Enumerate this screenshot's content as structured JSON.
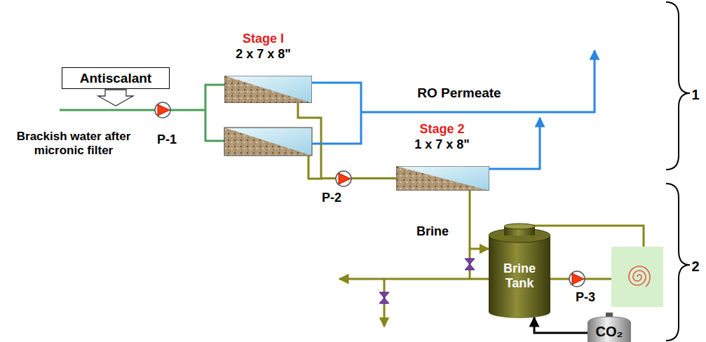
{
  "diagram": {
    "nodes": [
      {
        "text": [
          "Antiscalant"
        ]
      },
      {
        "text": [
          "Stage I",
          "2 x 7 x 8\""
        ]
      },
      {
        "text": [
          "Stage 2",
          "1 x 7 x 8\""
        ]
      },
      {
        "text": [
          "Brine Tank"
        ]
      },
      {
        "text": [
          "CO₂"
        ]
      }
    ],
    "edges": [
      {
        "from": 1,
        "to": 2,
        "arrow": "none"
      },
      {
        "from": 2,
        "to": 3,
        "label": "Brine",
        "arrow": "to"
      },
      {
        "from": 4,
        "to": 3,
        "arrow": "to"
      }
    ],
    "labels": [
      "Brackish water after micronic filter",
      "P-1",
      "RO Permeate",
      "P-2",
      "P-3",
      "1",
      "2"
    ]
  }
}
